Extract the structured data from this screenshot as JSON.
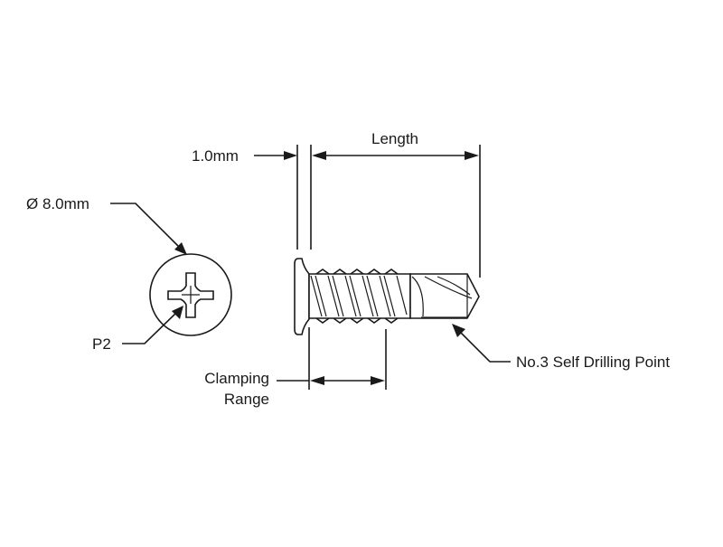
{
  "labels": {
    "head_thickness": "1.0mm",
    "length": "Length",
    "head_diameter": "Ø 8.0mm",
    "drive": "P2",
    "clamping_line1": "Clamping",
    "clamping_line2": "Range",
    "point": "No.3 Self Drilling Point"
  },
  "colors": {
    "line": "#1a1a1a",
    "background": "#ffffff"
  }
}
